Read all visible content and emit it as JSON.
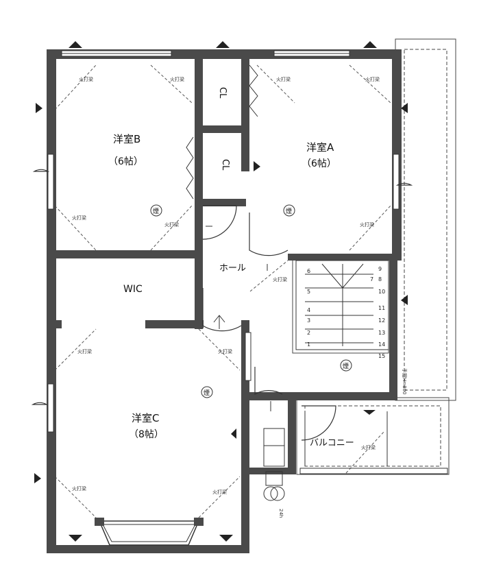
{
  "rooms": {
    "room_b": {
      "name": "洋室B",
      "size": "（6帖）"
    },
    "room_a": {
      "name": "洋室A",
      "size": "（6帖）"
    },
    "room_c": {
      "name": "洋室C",
      "size": "（8帖）"
    },
    "wic": "WIC",
    "hall": "ホール",
    "balcony": "バルコニー",
    "closet_1": "CL",
    "closet_2": "CL"
  },
  "annotations": {
    "fire_beam": "火打梁",
    "detector": "煙",
    "stair_note": "手摺H=800",
    "fan_note": "24h"
  },
  "stairs": {
    "steps_left": [
      "6",
      "5",
      "4",
      "3",
      "2",
      "1"
    ],
    "steps_right": [
      "10",
      "11",
      "12",
      "13",
      "14",
      "15"
    ],
    "steps_top": [
      "9",
      "8",
      "7"
    ]
  }
}
